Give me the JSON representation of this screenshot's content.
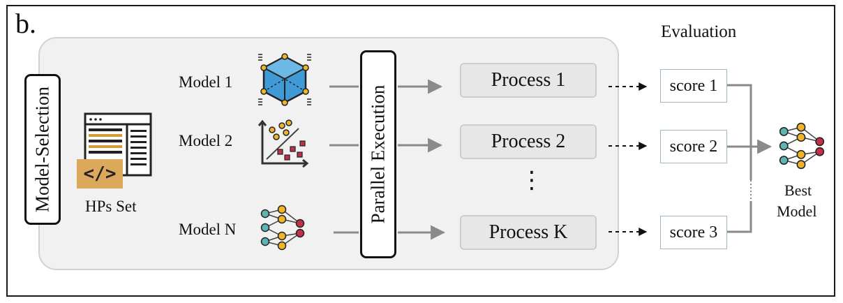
{
  "panel_letter": "b.",
  "model_selection_label": "Model-Selection",
  "hps_label": "HPs Set",
  "code_glyph": "</>",
  "models": [
    {
      "label": "Model 1",
      "icon": "cube-model-icon"
    },
    {
      "label": "Model 2",
      "icon": "scatter-plot-model-icon"
    },
    {
      "label": "Model N",
      "icon": "neural-network-model-icon"
    }
  ],
  "parallel_label": "Parallel Execution",
  "processes": [
    "Process 1",
    "Process 2",
    "Process K"
  ],
  "ellipsis": "⋮",
  "evaluation_label": "Evaluation",
  "scores": [
    "score 1",
    "score 2",
    "score 3"
  ],
  "best_model_line1": "Best",
  "best_model_line2": "Model",
  "colors": {
    "cube_blue": "#3f9ad6",
    "cube_gold": "#f0b429",
    "node_teal": "#5fb3b0",
    "node_gold": "#f0b429",
    "node_red": "#c0304a",
    "code_bg": "#dca95c",
    "arrow_gray": "#8a8a8a"
  }
}
